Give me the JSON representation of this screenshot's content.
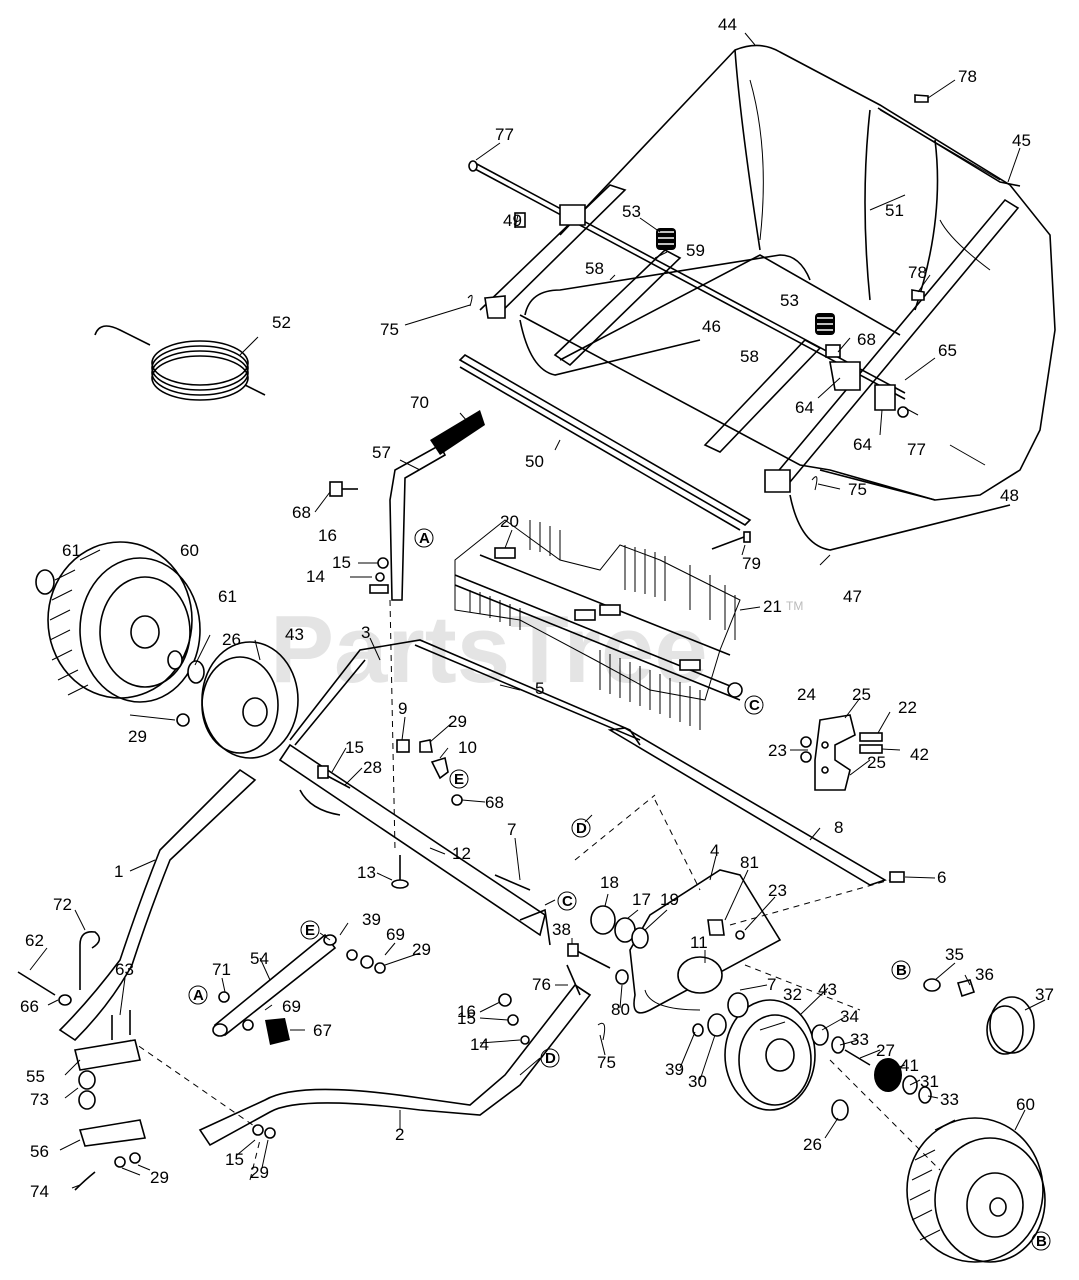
{
  "watermark": "PartsTree",
  "watermark_tm": "TM",
  "callouts": [
    "44",
    "78",
    "77",
    "45",
    "49",
    "53",
    "59",
    "51",
    "75",
    "58",
    "46",
    "52",
    "53",
    "78",
    "68",
    "65",
    "58",
    "64",
    "70",
    "64",
    "77",
    "57",
    "50",
    "75",
    "68",
    "48",
    "16",
    "15",
    "20",
    "14",
    "79",
    "47",
    "61",
    "60",
    "21",
    "61",
    "26",
    "43",
    "3",
    "5",
    "24",
    "25",
    "22",
    "9",
    "29",
    "29",
    "23",
    "42",
    "10",
    "15",
    "28",
    "E",
    "68",
    "25",
    "D",
    "7",
    "8",
    "1",
    "12",
    "4",
    "81",
    "13",
    "18",
    "17",
    "19",
    "23",
    "6",
    "C",
    "72",
    "38",
    "39",
    "11",
    "62",
    "69",
    "29",
    "35",
    "E",
    "63",
    "71",
    "54",
    "7",
    "32",
    "43",
    "A",
    "B",
    "36",
    "37",
    "66",
    "76",
    "16",
    "34",
    "80",
    "69",
    "67",
    "15",
    "33",
    "27",
    "75",
    "55",
    "14",
    "39",
    "30",
    "41",
    "73",
    "31",
    "D",
    "33",
    "60",
    "56",
    "26",
    "2",
    "74",
    "29",
    "15",
    "29",
    "B"
  ],
  "circled_letters": [
    "A",
    "C",
    "E",
    "D",
    "C",
    "E",
    "A",
    "D",
    "B",
    "B"
  ]
}
